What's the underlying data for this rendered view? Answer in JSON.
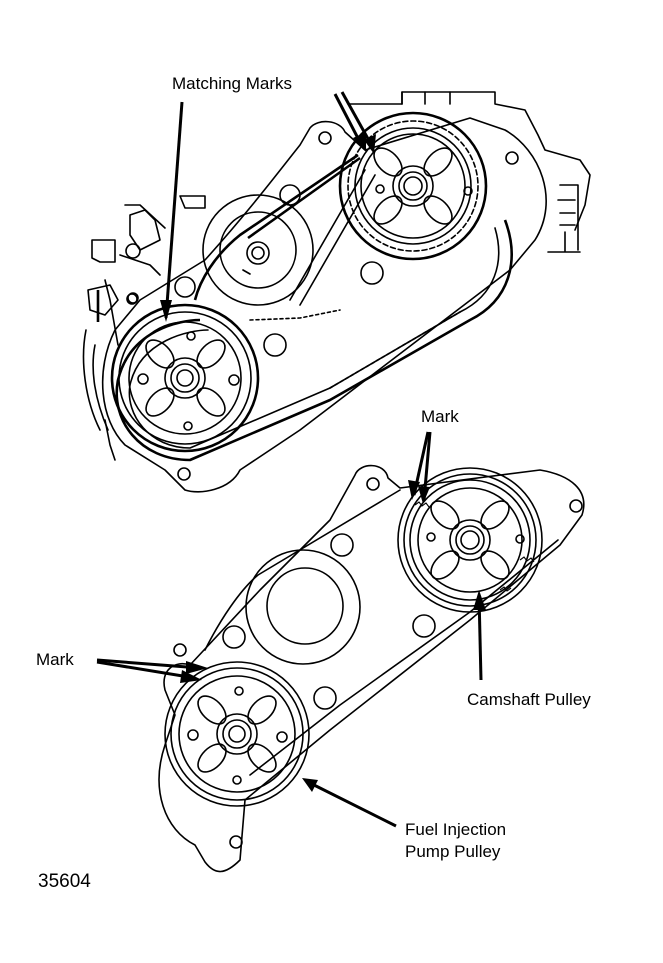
{
  "figure": {
    "id_number": "35604",
    "colors": {
      "ink": "#000000",
      "paper": "#ffffff"
    }
  },
  "labels": {
    "matching_marks": "Matching Marks",
    "mark_camshaft": "Mark",
    "mark_pump": "Mark",
    "camshaft_pulley": "Camshaft Pulley",
    "pump_pulley_line1": "Fuel Injection",
    "pump_pulley_line2": "Pump Pulley"
  }
}
